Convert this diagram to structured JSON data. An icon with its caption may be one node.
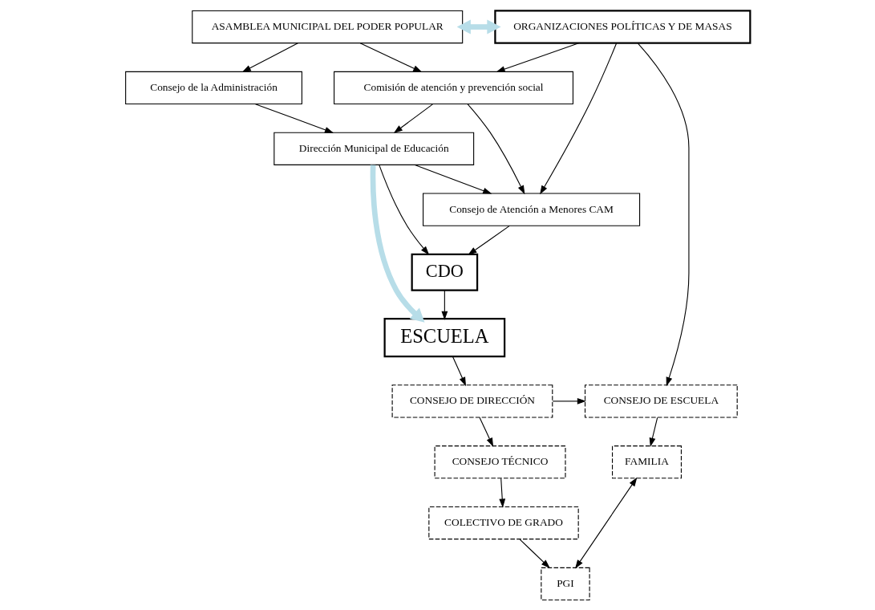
{
  "diagram": {
    "nodes": [
      {
        "text": [
          "ASAMBLEA MUNICIPAL DEL PODER POPULAR"
        ]
      },
      {
        "text": [
          "ORGANIZACIONES POLÍTICAS Y DE MASAS"
        ]
      },
      {
        "text": [
          "Consejo de la Administración"
        ]
      },
      {
        "text": [
          "Comisión de atención y prevención social"
        ]
      },
      {
        "text": [
          "Dirección Municipal de Educación"
        ]
      },
      {
        "text": [
          "Consejo de Atención a Menores CAM"
        ]
      },
      {
        "text": [
          "CDO"
        ]
      },
      {
        "text": [
          "ESCUELA"
        ]
      },
      {
        "text": [
          "CONSEJO DE DIRECCIÓN"
        ]
      },
      {
        "text": [
          "CONSEJO DE ESCUELA"
        ]
      },
      {
        "text": [
          "CONSEJO TÉCNICO"
        ]
      },
      {
        "text": [
          "FAMILIA"
        ]
      },
      {
        "text": [
          "COLECTIVO DE GRADO"
        ]
      },
      {
        "text": [
          "PGI"
        ]
      }
    ],
    "edges": [
      {
        "from": 0,
        "to": 1,
        "arrow": "both",
        "style": "thick",
        "color": "#b7dde8"
      },
      {
        "from": 0,
        "to": 2,
        "arrow": "to"
      },
      {
        "from": 0,
        "to": 3,
        "arrow": "to"
      },
      {
        "from": 1,
        "to": 3,
        "arrow": "to"
      },
      {
        "from": 2,
        "to": 4,
        "arrow": "to"
      },
      {
        "from": 3,
        "to": 4,
        "arrow": "to"
      },
      {
        "from": 3,
        "to": 5,
        "arrow": "to"
      },
      {
        "from": 4,
        "to": 5,
        "arrow": "to"
      },
      {
        "from": 1,
        "to": 5,
        "arrow": "to"
      },
      {
        "from": 4,
        "to": 7,
        "arrow": "to",
        "style": "thick",
        "color": "#b7dde8"
      },
      {
        "from": 4,
        "to": 6,
        "arrow": "to"
      },
      {
        "from": 5,
        "to": 6,
        "arrow": "to"
      },
      {
        "from": 6,
        "to": 7,
        "arrow": "to"
      },
      {
        "from": 7,
        "to": 8,
        "arrow": "to"
      },
      {
        "from": 8,
        "to": 9,
        "arrow": "to"
      },
      {
        "from": 1,
        "to": 9,
        "arrow": "to"
      },
      {
        "from": 9,
        "to": 11,
        "arrow": "to"
      },
      {
        "from": 8,
        "to": 10,
        "arrow": "to"
      },
      {
        "from": 10,
        "to": 12,
        "arrow": "to"
      },
      {
        "from": 12,
        "to": 13,
        "arrow": "to"
      },
      {
        "from": 13,
        "to": 11,
        "arrow": "both"
      }
    ]
  }
}
